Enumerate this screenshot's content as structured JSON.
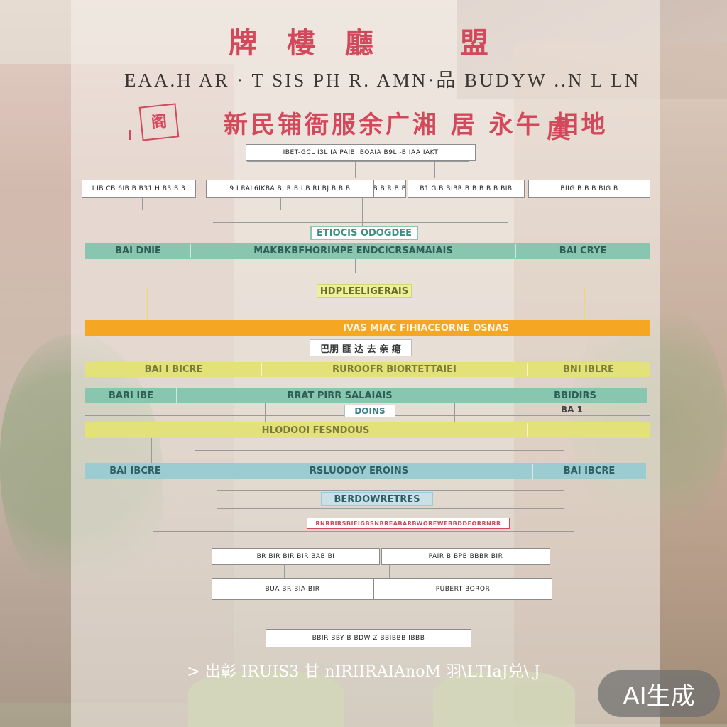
{
  "colors": {
    "title_red": "#d3485a",
    "teal": "#88c6b0",
    "orange": "#f5a623",
    "yellow": "#e3e27a",
    "blue": "#9ccbd2",
    "line_gray": "#9a9a9a",
    "line_yellow": "#e8dc6a"
  },
  "header": {
    "title_cn": "牌 樓 廳　　盟",
    "title_en": "EAA.H AR · T SIS PH R. AMN·品 BUDYW ..N L LN",
    "title_cn_2": "新民铺衙服余广湘 居 永午 相地",
    "title_cn_2_right": "虞",
    "seal_text": "阁"
  },
  "top_box": "IBET-GCL I3L IA PAIBI BOAIA B9L -B IAA IAKT",
  "row1_boxes": [
    "I IB CB 6IB B B31 H B3 B 3",
    "9 I RAL6IKBA BI R B I B RI BJ B B B",
    "BIB B B B R B B B B B",
    "B1IG B BIBR B B B B B BIB",
    "BIIG B B B BIG B"
  ],
  "section_label_1": "ETIOCIS ODOGDEE",
  "band_teal_1": [
    "BAI DNIE",
    "MAKBKBFHORIMPE ENDCICRSAMAIAIS",
    "BAI CRYE"
  ],
  "section_label_2": "HDPLEELIGERAIS",
  "band_orange": [
    "",
    "",
    "IVAS MIAC FIHIACEORNE OSNAS"
  ],
  "section_label_3": "巴朋 匪 达 去 亲 瘍",
  "band_yellow_1": [
    "BAI I BICRE",
    "RUROOFR BIORTETTAIEI",
    "BNI IBLRE"
  ],
  "band_teal_2": [
    "BARI IBE",
    "RRAT PIRR SALAIAIS",
    "BBIDIRS"
  ],
  "section_label_4": "DOINS",
  "band_teal_2_right_sub": "BA 1",
  "band_yellow_2": [
    "",
    "HLODOOI FESNDOUS",
    ""
  ],
  "band_blue": [
    "BAI IBCRE",
    "RSLUODOY EROINS",
    "BAI IBCRE"
  ],
  "section_label_5": "BERDOWRETRES",
  "pink_caption": "RNRBIRSBIEIGBSNBREABARBWOREWEBBDDEORRNRR",
  "bottom_boxes": [
    "BR BIR BIR BIR BAB BI",
    "PAIR B BPB BBBR BIR",
    "BUA BR BIA BIR",
    "PUBERT BOROR"
  ],
  "final_box": "BBIR BBY B BDW Z BBIBBB IBBB",
  "footer_text": "> 出彰 IRUIS3 甘 nIRIIRAIAnoM 羽\\LTIaJ兑\\ J",
  "badge": "AI生成"
}
